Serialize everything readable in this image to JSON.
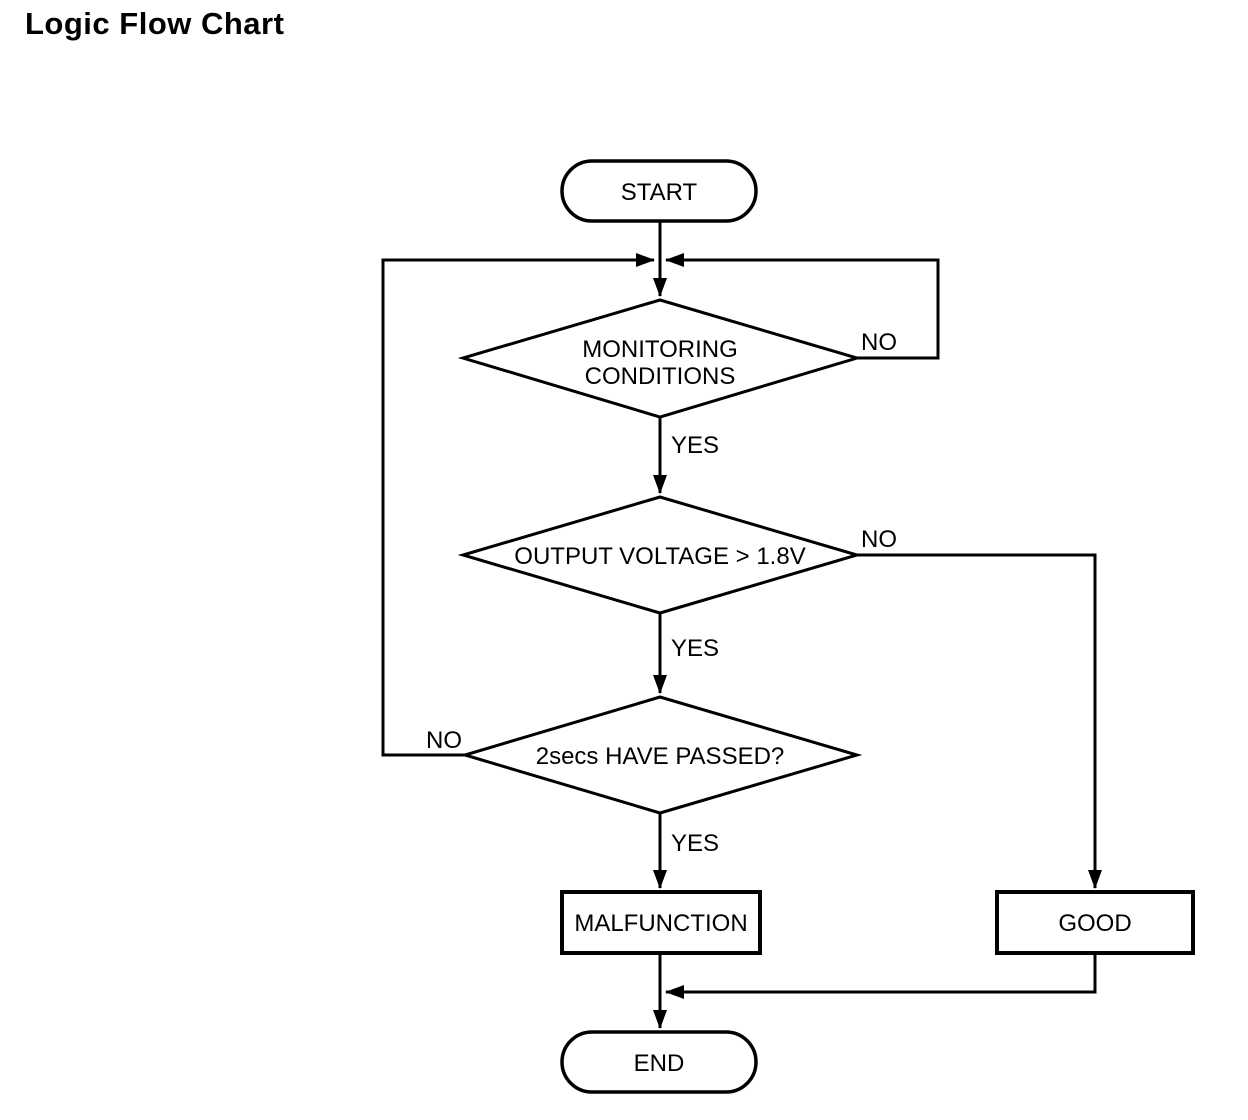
{
  "page": {
    "title": "Logic Flow Chart",
    "background": "#ffffff"
  },
  "flowchart": {
    "colors": {
      "stroke": "#000000",
      "shape_fill": "#ffffff",
      "text": "#000000"
    },
    "nodes": {
      "start": {
        "type": "terminator",
        "label": "START"
      },
      "monitoring_conditions": {
        "type": "decision",
        "label_line1": "MONITORING",
        "label_line2": "CONDITIONS"
      },
      "output_voltage": {
        "type": "decision",
        "label": "OUTPUT VOLTAGE > 1.8V"
      },
      "secs_passed": {
        "type": "decision",
        "label": "2secs HAVE PASSED?"
      },
      "malfunction": {
        "type": "process",
        "label": "MALFUNCTION"
      },
      "good": {
        "type": "process",
        "label": "GOOD"
      },
      "end": {
        "type": "terminator",
        "label": "END"
      }
    },
    "edge_labels": {
      "monitoring_yes": "YES",
      "monitoring_no": "NO",
      "voltage_yes": "YES",
      "voltage_no": "NO",
      "passed_yes": "YES",
      "passed_no": "NO"
    },
    "edges": [
      {
        "from": "start",
        "to": "monitoring_conditions",
        "label": ""
      },
      {
        "from": "monitoring_conditions",
        "to": "output_voltage",
        "label": "YES"
      },
      {
        "from": "monitoring_conditions",
        "to": "start_junction",
        "label": "NO"
      },
      {
        "from": "output_voltage",
        "to": "secs_passed",
        "label": "YES"
      },
      {
        "from": "output_voltage",
        "to": "good",
        "label": "NO"
      },
      {
        "from": "secs_passed",
        "to": "malfunction",
        "label": "YES"
      },
      {
        "from": "secs_passed",
        "to": "start_junction",
        "label": "NO"
      },
      {
        "from": "malfunction",
        "to": "end",
        "label": ""
      },
      {
        "from": "good",
        "to": "end",
        "label": ""
      }
    ]
  }
}
